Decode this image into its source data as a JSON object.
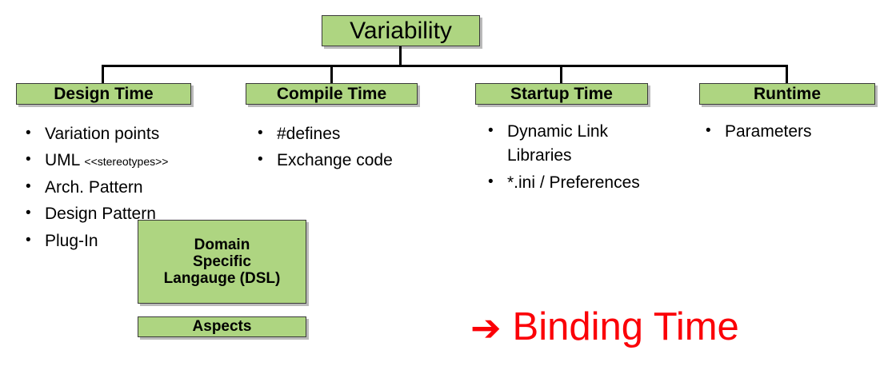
{
  "diagram": {
    "root": {
      "label": "Variability"
    },
    "columns": [
      {
        "header": "Design Time",
        "items": [
          {
            "text": "Variation points"
          },
          {
            "text": "UML ",
            "tag": "<<stereotypes>>"
          },
          {
            "text": "Arch. Pattern"
          },
          {
            "text": "Design Pattern"
          },
          {
            "text": "Plug-In"
          }
        ]
      },
      {
        "header": "Compile Time",
        "items": [
          {
            "text": "#defines"
          },
          {
            "text": "Exchange code"
          }
        ]
      },
      {
        "header": "Startup Time",
        "items": [
          {
            "text": "Dynamic Link\nLibraries"
          },
          {
            "text": "*.ini / Preferences"
          }
        ]
      },
      {
        "header": "Runtime",
        "items": [
          {
            "text": "Parameters"
          }
        ]
      }
    ],
    "extra_boxes": [
      {
        "label": "Domain\nSpecific\nLangauge (DSL)"
      },
      {
        "label": "Aspects"
      }
    ],
    "callout": {
      "arrow": "arrow-right-icon",
      "arrow_glyph": "➔",
      "label": "Binding Time"
    },
    "bullet_glyph": "•",
    "colors": {
      "box_fill": "#aed581",
      "box_border": "#3a3a3a",
      "connector": "#000000",
      "callout": "#fb0007",
      "text": "#000000"
    }
  }
}
